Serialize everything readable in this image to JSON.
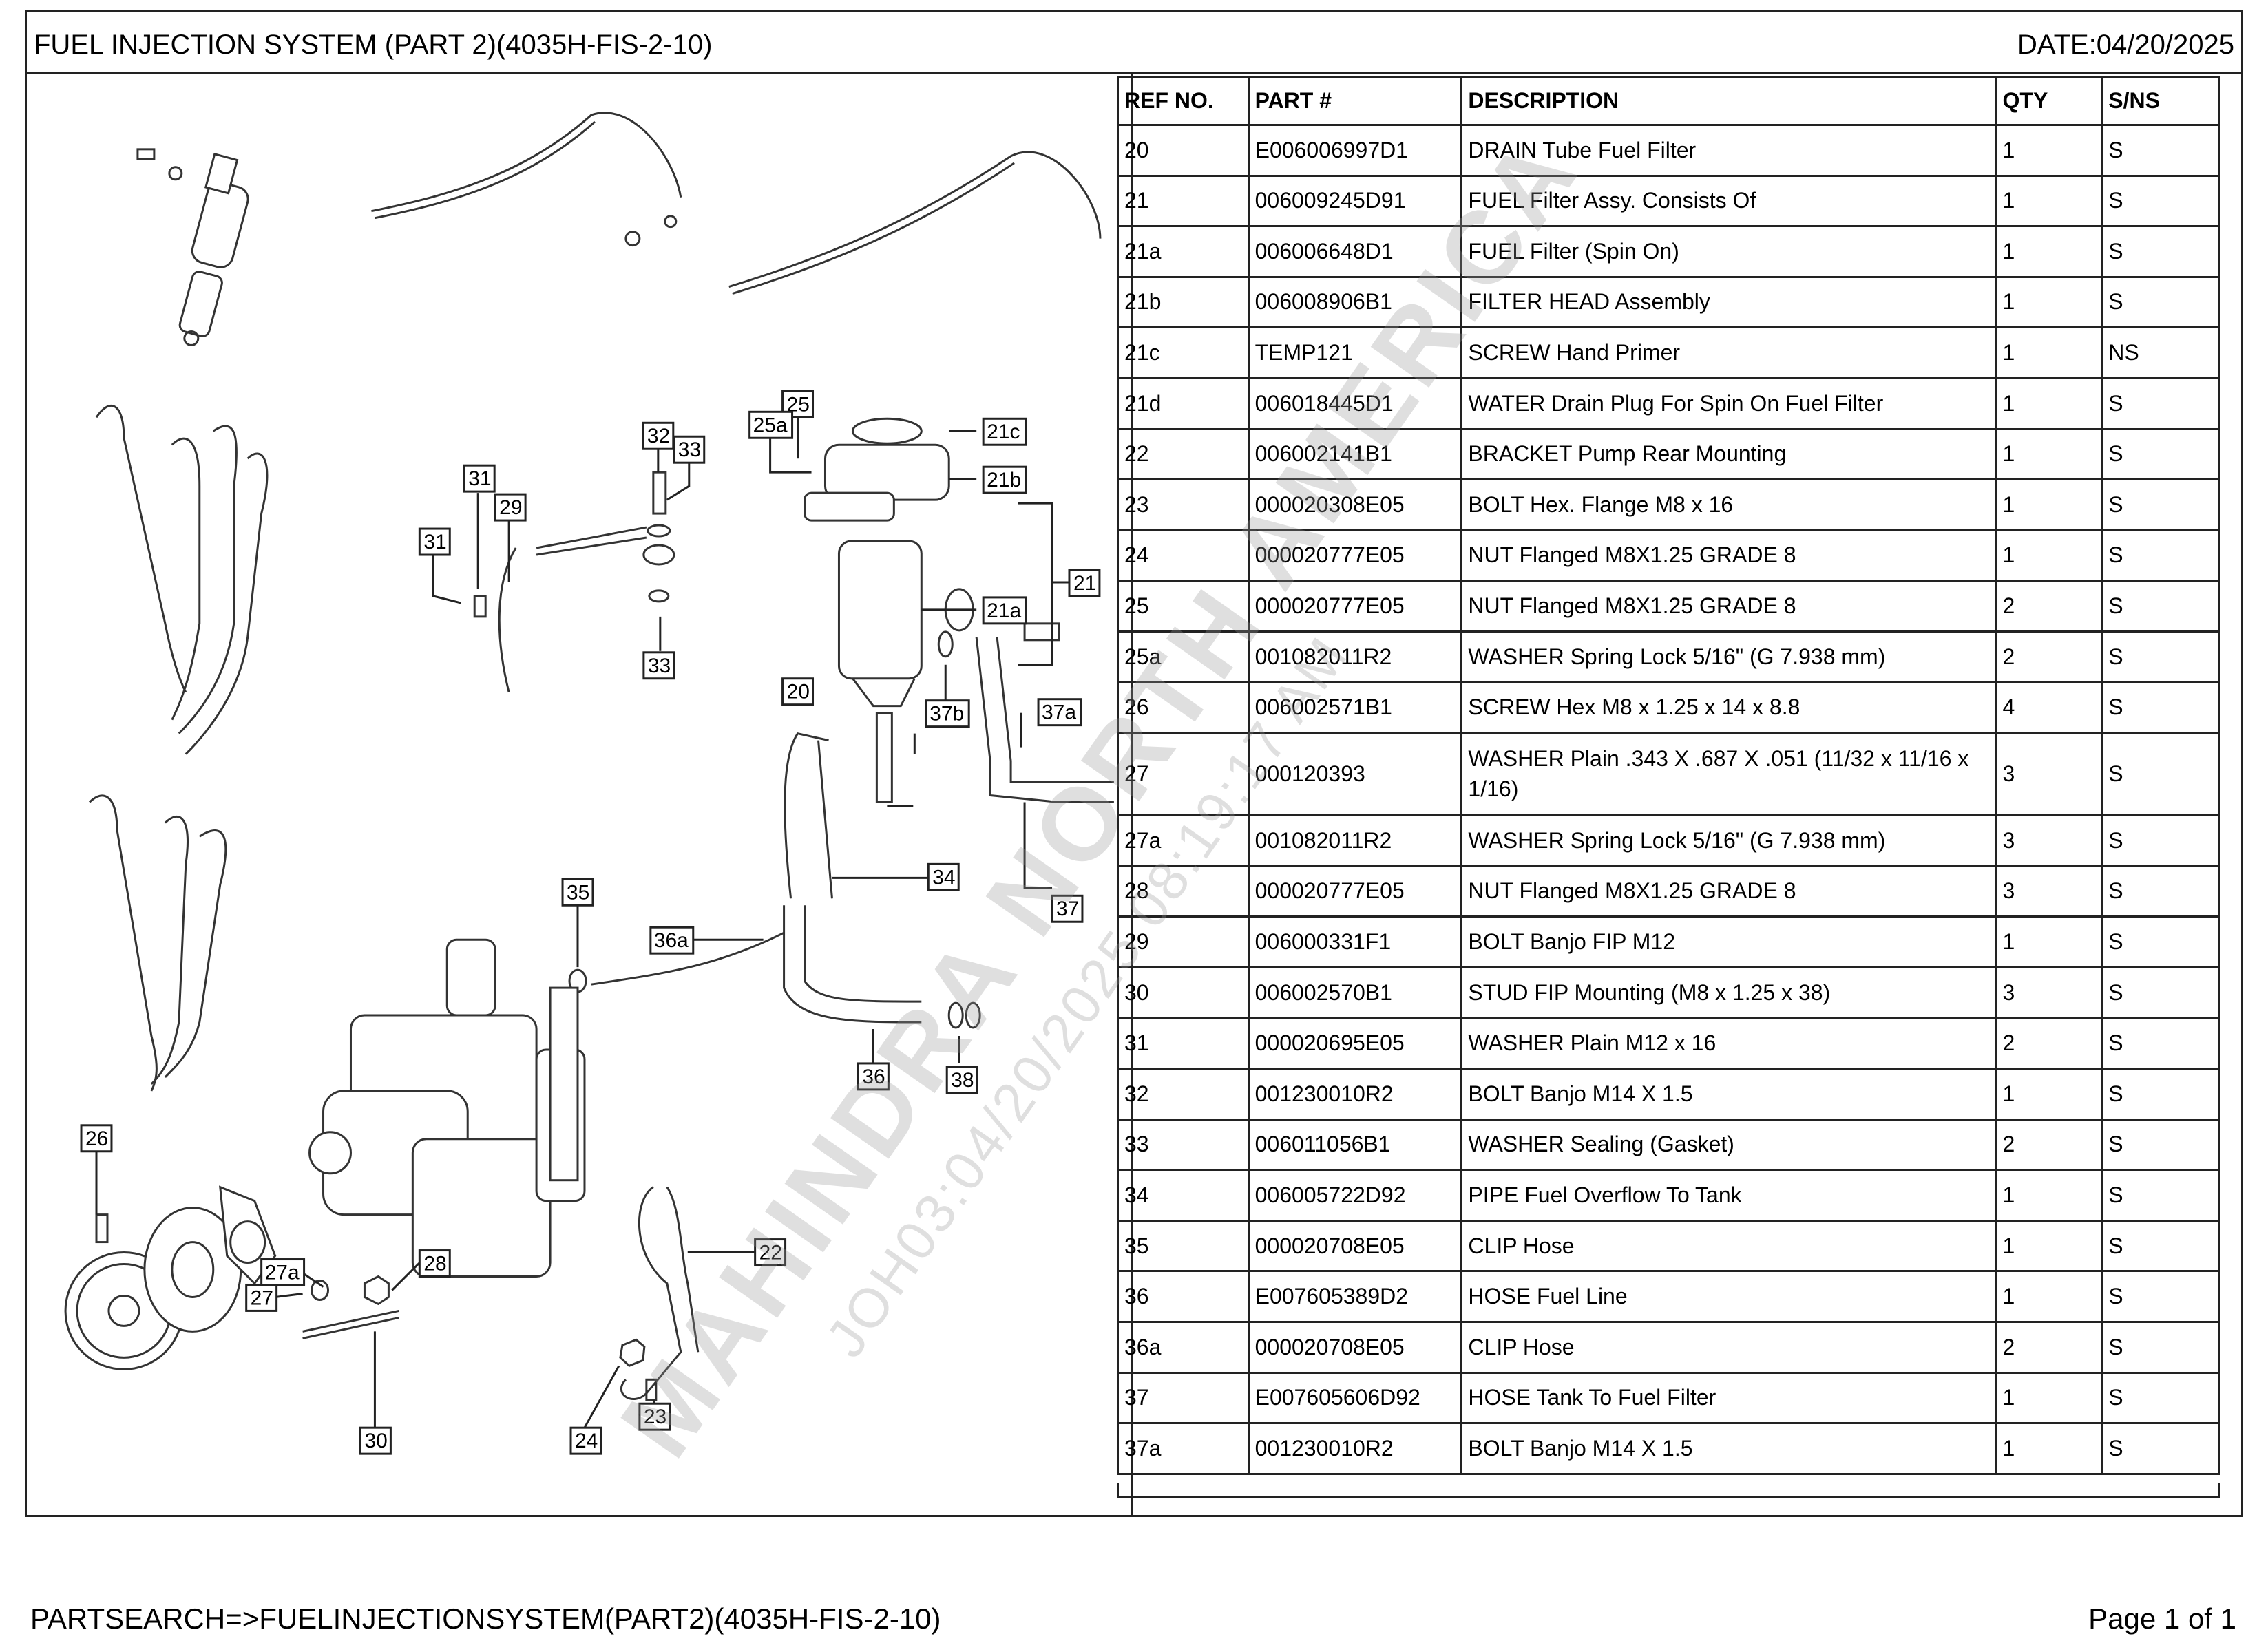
{
  "header": {
    "title": "FUEL INJECTION SYSTEM (PART 2)(4035H-FIS-2-10)",
    "date": "DATE:04/20/2025"
  },
  "table": {
    "columns": [
      "REF NO.",
      "PART #",
      "DESCRIPTION",
      "QTY",
      "S/NS"
    ],
    "rows": [
      [
        "20",
        "E006006997D1",
        "DRAIN Tube Fuel Filter",
        "1",
        "S"
      ],
      [
        "21",
        "006009245D91",
        "FUEL Filter Assy. Consists Of",
        "1",
        "S"
      ],
      [
        "21a",
        "006006648D1",
        "FUEL Filter (Spin On)",
        "1",
        "S"
      ],
      [
        "21b",
        "006008906B1",
        "FILTER HEAD Assembly",
        "1",
        "S"
      ],
      [
        "21c",
        "TEMP121",
        "SCREW Hand Primer",
        "1",
        "NS"
      ],
      [
        "21d",
        "006018445D1",
        "WATER Drain Plug For Spin On Fuel Filter",
        "1",
        "S"
      ],
      [
        "22",
        "006002141B1",
        "BRACKET Pump Rear Mounting",
        "1",
        "S"
      ],
      [
        "23",
        "000020308E05",
        "BOLT Hex. Flange M8 x 16",
        "1",
        "S"
      ],
      [
        "24",
        "000020777E05",
        "NUT Flanged M8X1.25 GRADE 8",
        "1",
        "S"
      ],
      [
        "25",
        "000020777E05",
        "NUT Flanged M8X1.25 GRADE 8",
        "2",
        "S"
      ],
      [
        "25a",
        "001082011R2",
        "WASHER Spring Lock 5/16\" (G 7.938 mm)",
        "2",
        "S"
      ],
      [
        "26",
        "006002571B1",
        "SCREW Hex M8 x 1.25 x 14 x 8.8",
        "4",
        "S"
      ],
      [
        "27",
        "000120393",
        "WASHER Plain .343 X .687 X .051 (11/32 x 11/16 x 1/16)",
        "3",
        "S"
      ],
      [
        "27a",
        "001082011R2",
        "WASHER Spring Lock 5/16\" (G 7.938 mm)",
        "3",
        "S"
      ],
      [
        "28",
        "000020777E05",
        "NUT Flanged M8X1.25 GRADE 8",
        "3",
        "S"
      ],
      [
        "29",
        "006000331F1",
        "BOLT Banjo FIP M12",
        "1",
        "S"
      ],
      [
        "30",
        "006002570B1",
        "STUD FIP Mounting (M8 x 1.25 x 38)",
        "3",
        "S"
      ],
      [
        "31",
        "000020695E05",
        "WASHER Plain M12 x 16",
        "2",
        "S"
      ],
      [
        "32",
        "001230010R2",
        "BOLT Banjo M14 X 1.5",
        "1",
        "S"
      ],
      [
        "33",
        "006011056B1",
        "WASHER Sealing (Gasket)",
        "2",
        "S"
      ],
      [
        "34",
        "006005722D92",
        "PIPE Fuel Overflow To Tank",
        "1",
        "S"
      ],
      [
        "35",
        "000020708E05",
        "CLIP Hose",
        "1",
        "S"
      ],
      [
        "36",
        "E007605389D2",
        "HOSE Fuel Line",
        "1",
        "S"
      ],
      [
        "36a",
        "000020708E05",
        "CLIP Hose",
        "2",
        "S"
      ],
      [
        "37",
        "E007605606D92",
        "HOSE Tank To Fuel Filter",
        "1",
        "S"
      ],
      [
        "37a",
        "001230010R2",
        "BOLT Banjo M14 X 1.5",
        "1",
        "S"
      ]
    ]
  },
  "diagram": {
    "callouts": [
      "20",
      "21",
      "21a",
      "21b",
      "21c",
      "22",
      "23",
      "24",
      "25",
      "25a",
      "26",
      "27",
      "27a",
      "28",
      "29",
      "30",
      "31",
      "31",
      "32",
      "33",
      "33",
      "34",
      "35",
      "36",
      "36a",
      "37",
      "37a",
      "37b",
      "38"
    ]
  },
  "watermark": {
    "line1": "MAHINDRA NORTH AMERICA",
    "line2": "JOH03:04/20/2025 08:19:17 AM"
  },
  "footer": {
    "path": "PARTSEARCH=>FUELINJECTIONSYSTEM(PART2)(4035H-FIS-2-10)",
    "page": "Page 1 of 1"
  }
}
